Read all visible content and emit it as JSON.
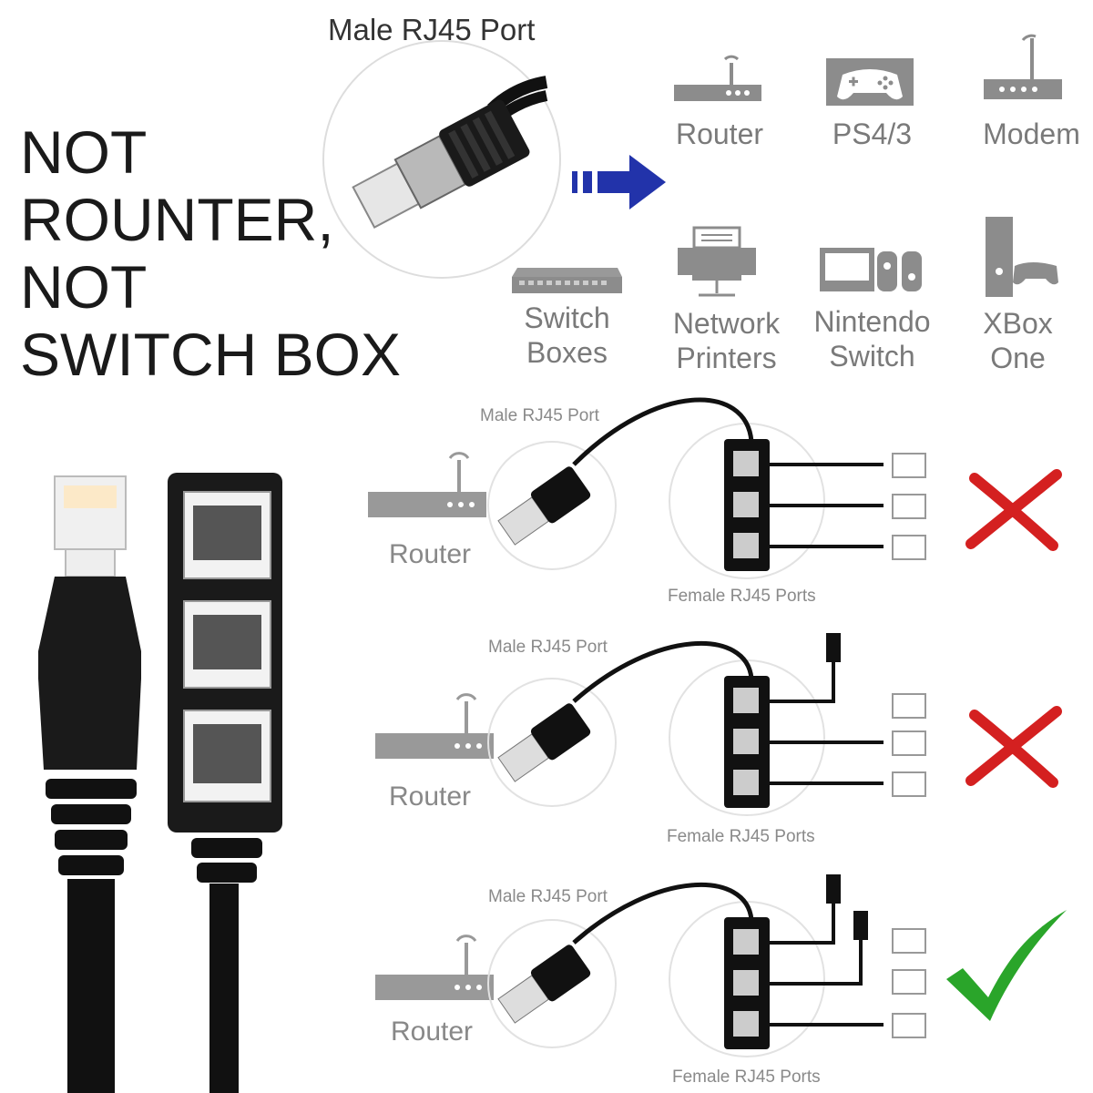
{
  "headline": {
    "line1": "NOT",
    "line2": "ROUNTER,",
    "line3": "NOT",
    "line4": "SWITCH BOX"
  },
  "top_connector_label": "Male RJ45 Port",
  "devices": [
    {
      "label": "Router",
      "icon": "router-icon"
    },
    {
      "label": "PS4/3",
      "icon": "gamepad-icon"
    },
    {
      "label": "Modem",
      "icon": "modem-icon"
    },
    {
      "label_line1": "Switch",
      "label_line2": "Boxes",
      "icon": "switch-icon"
    },
    {
      "label_line1": "Network",
      "label_line2": "Printers",
      "icon": "printer-icon"
    },
    {
      "label_line1": "Nintendo",
      "label_line2": "Switch",
      "icon": "nintendo-switch-icon"
    },
    {
      "label_line1": "XBox",
      "label_line2": "One",
      "icon": "xbox-icon"
    }
  ],
  "diagrams": [
    {
      "male_label": "Male RJ45 Port",
      "router_label": "Router",
      "female_label": "Female RJ45 Ports",
      "result": "wrong",
      "result_icon": "red-x-icon"
    },
    {
      "male_label": "Male RJ45 Port",
      "router_label": "Router",
      "female_label": "Female RJ45 Ports",
      "result": "wrong",
      "result_icon": "red-x-icon"
    },
    {
      "male_label": "Male RJ45 Port",
      "router_label": "Router",
      "female_label": "Female RJ45 Ports",
      "result": "correct",
      "result_icon": "green-check-icon"
    }
  ],
  "colors": {
    "accent_arrow": "#2233aa",
    "wrong": "#d42020",
    "correct": "#2aa52a",
    "icon_gray": "#8c8c8c"
  }
}
